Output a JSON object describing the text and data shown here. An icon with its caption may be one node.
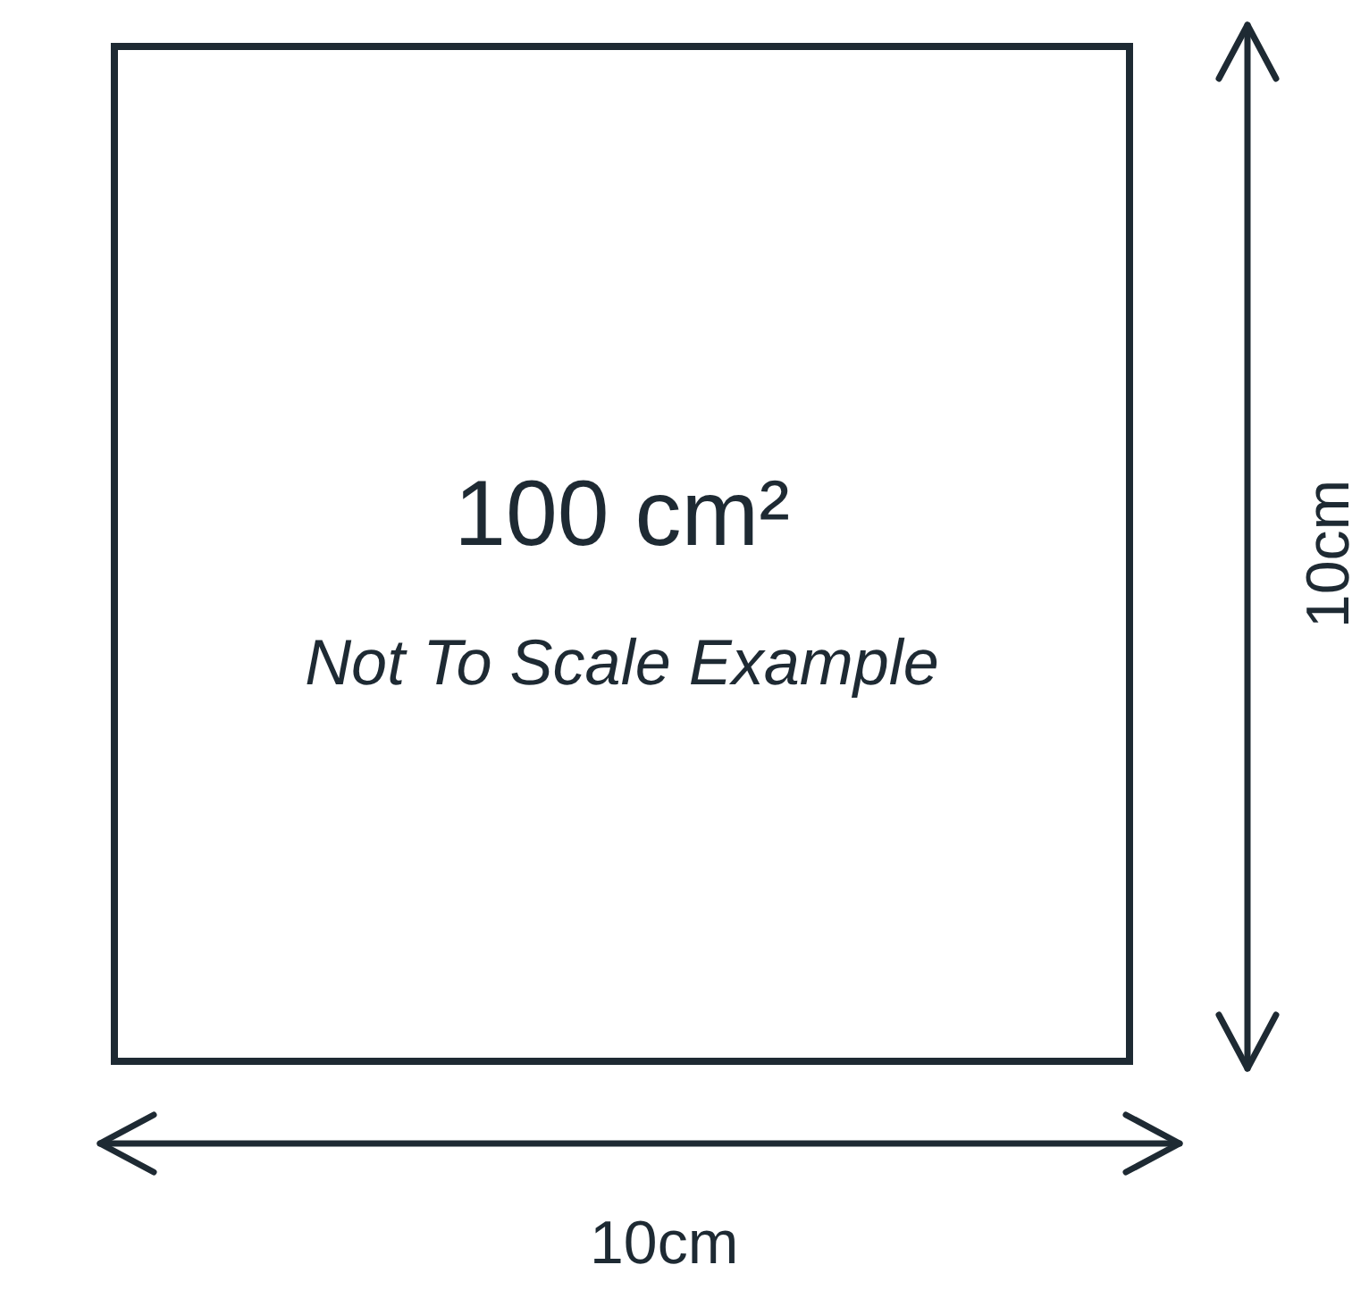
{
  "diagram": {
    "nodes": [
      {
        "text": [
          "100 cm²",
          "Not To Scale Example"
        ]
      }
    ],
    "labels": [
      "10cm",
      "10cm"
    ]
  }
}
